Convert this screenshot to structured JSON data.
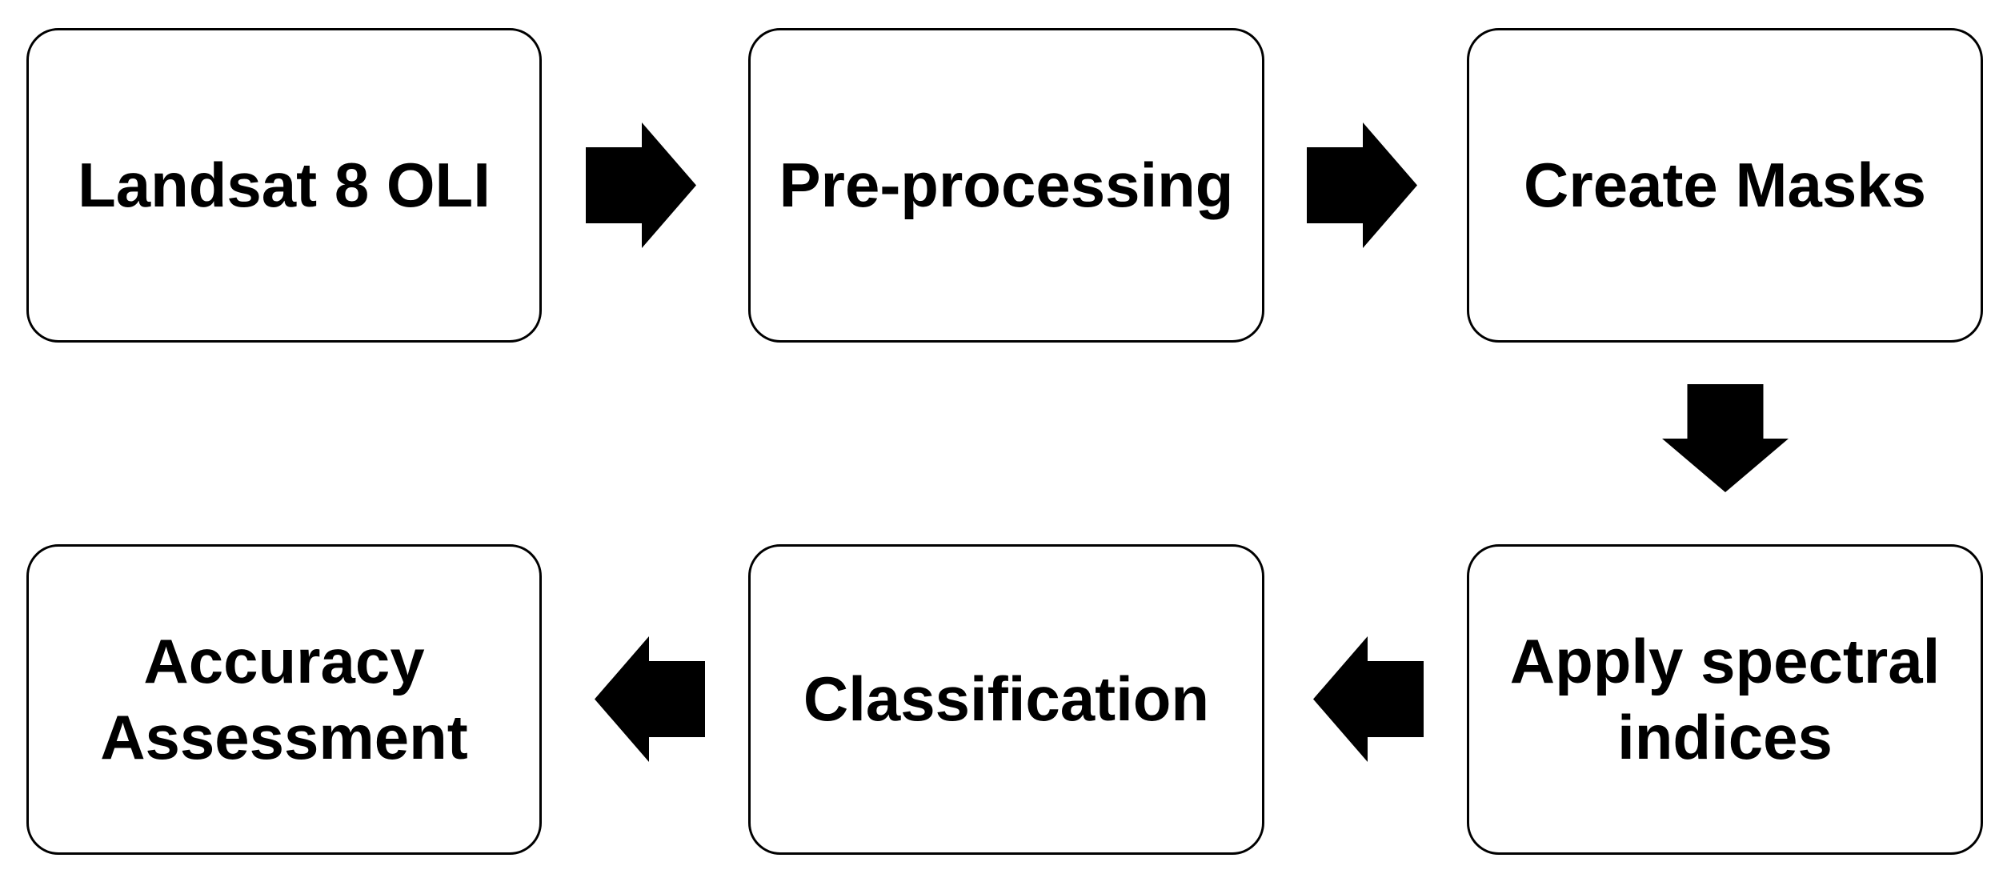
{
  "diagram": {
    "type": "flowchart",
    "colors": {
      "background": "#ffffff",
      "box_fill": "#ffffff",
      "box_border": "#000000",
      "arrow_fill": "#000000",
      "text": "#000000"
    },
    "nodes": [
      {
        "id": "landsat-8-oli",
        "label": "Landsat 8 OLI",
        "row": 1,
        "col": 1
      },
      {
        "id": "pre-processing",
        "label": "Pre-processing",
        "row": 1,
        "col": 2
      },
      {
        "id": "create-masks",
        "label": "Create Masks",
        "row": 1,
        "col": 3
      },
      {
        "id": "apply-spectral-indices",
        "label": "Apply spectral indices",
        "row": 2,
        "col": 3
      },
      {
        "id": "classification",
        "label": "Classification",
        "row": 2,
        "col": 2
      },
      {
        "id": "accuracy-assessment",
        "label": "Accuracy Assessment",
        "row": 2,
        "col": 1
      }
    ],
    "connectors": [
      {
        "from": "landsat-8-oli",
        "to": "pre-processing",
        "direction": "right"
      },
      {
        "from": "pre-processing",
        "to": "create-masks",
        "direction": "right"
      },
      {
        "from": "create-masks",
        "to": "apply-spectral-indices",
        "direction": "down"
      },
      {
        "from": "apply-spectral-indices",
        "to": "classification",
        "direction": "left"
      },
      {
        "from": "classification",
        "to": "accuracy-assessment",
        "direction": "left"
      }
    ]
  }
}
